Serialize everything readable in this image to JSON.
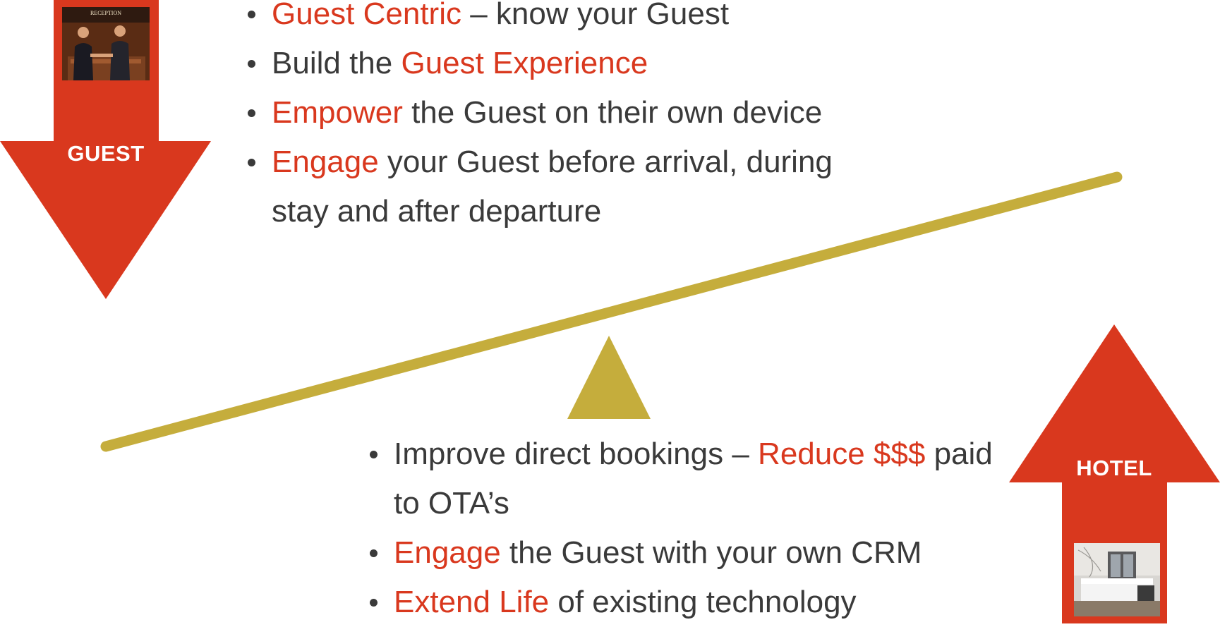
{
  "colors": {
    "arrow": "#d9381e",
    "lever": "#c5ad3c",
    "highlight": "#d9381e",
    "text": "#3a3a3a"
  },
  "guest_arrow": {
    "label": "GUEST",
    "photo_sign": "RECEPTION",
    "direction": "down"
  },
  "hotel_arrow": {
    "label": "HOTEL",
    "direction": "up"
  },
  "guest_points": [
    {
      "highlight": "Guest Centric",
      "rest": " – know your Guest"
    },
    {
      "pre": "Build the ",
      "highlight": "Guest Experience"
    },
    {
      "highlight": "Empower",
      "rest": " the Guest on their own device"
    },
    {
      "highlight": "Engage",
      "rest": " your Guest before arrival, during stay and after departure"
    }
  ],
  "hotel_points": [
    {
      "pre": "Improve direct bookings – ",
      "highlight": "Reduce $$$",
      "rest": " paid to OTA’s"
    },
    {
      "highlight": "Engage",
      "rest": " the Guest with your own CRM"
    },
    {
      "highlight": "Extend Life",
      "rest": " of existing technology"
    }
  ]
}
